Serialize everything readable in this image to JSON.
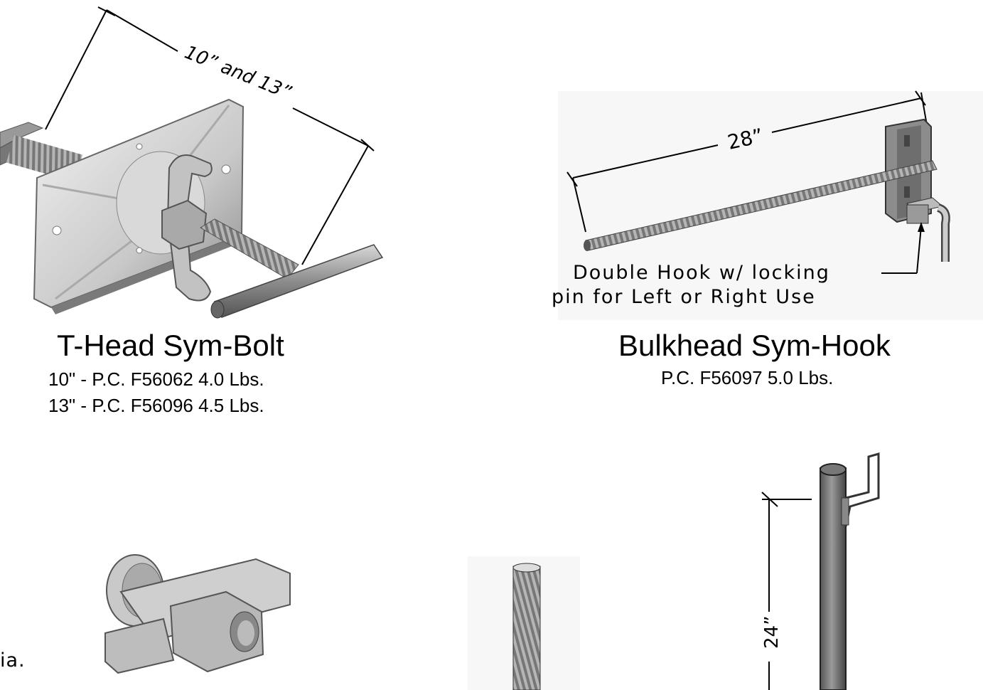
{
  "tbolt": {
    "title": "T-Head Sym-Bolt",
    "dimension": "10” and 13”",
    "specs": [
      "10\" - P.C. F56062   4.0 Lbs.",
      "13\" - P.C. F56096   4.5 Lbs."
    ]
  },
  "hook": {
    "title": "Bulkhead Sym-Hook",
    "dimension": "28”",
    "note_line1": "Double Hook w/ locking",
    "note_line2": "pin for Left or Right Use",
    "spec": "P.C. F56097   5.0 Lbs."
  },
  "bottom": {
    "left_text": "ia.",
    "stake_dimension": "24”"
  }
}
